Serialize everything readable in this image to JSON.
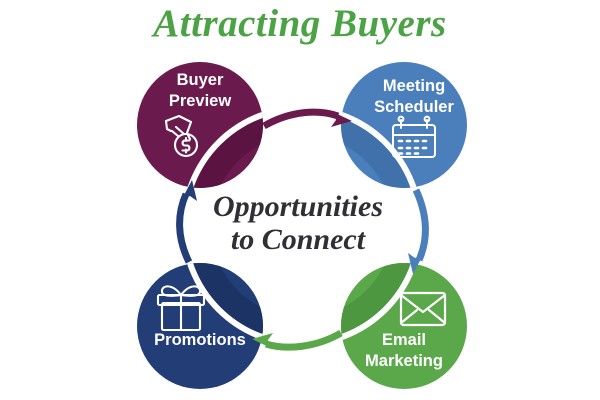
{
  "page": {
    "title": "Attracting Buyers",
    "background_color": "#ffffff",
    "title_color": "#4CA345"
  },
  "diagram": {
    "type": "cycle-diagram",
    "center_label_line1": "Opportunities",
    "center_label_line2": "to Connect",
    "center_text_color": "#2f2f35",
    "nodes": [
      {
        "id": "buyer-preview",
        "label_line1": "Buyer",
        "label_line2": "Preview",
        "icon": "hand-money-icon",
        "color": "#6B1A4D",
        "shade_color": "#5B1342",
        "position": "top-left"
      },
      {
        "id": "meeting-scheduler",
        "label_line1": "Meeting",
        "label_line2": "Scheduler",
        "icon": "calendar-icon",
        "color": "#4B7FBC",
        "shade_color": "#4071AB",
        "position": "top-right"
      },
      {
        "id": "email-marketing",
        "label_line1": "Email",
        "label_line2": "Marketing",
        "icon": "envelope-icon",
        "color": "#5AA84A",
        "shade_color": "#4D9740",
        "position": "bottom-right"
      },
      {
        "id": "promotions",
        "label_line1": "Promotions",
        "label_line2": "",
        "icon": "gift-box-icon",
        "color": "#233D77",
        "shade_color": "#1C3366",
        "position": "bottom-left"
      }
    ],
    "arrows": [
      {
        "id": "arrow-buyer-to-meeting",
        "from": "buyer-preview",
        "to": "meeting-scheduler",
        "color": "#6B1A4D",
        "direction": "right"
      },
      {
        "id": "arrow-meeting-to-email",
        "from": "meeting-scheduler",
        "to": "email-marketing",
        "color": "#4B7FBC",
        "direction": "down"
      },
      {
        "id": "arrow-email-to-promotions",
        "from": "email-marketing",
        "to": "promotions",
        "color": "#5AA84A",
        "direction": "left"
      },
      {
        "id": "arrow-promotions-to-buyer",
        "from": "promotions",
        "to": "buyer-preview",
        "color": "#233D77",
        "direction": "up"
      }
    ]
  }
}
